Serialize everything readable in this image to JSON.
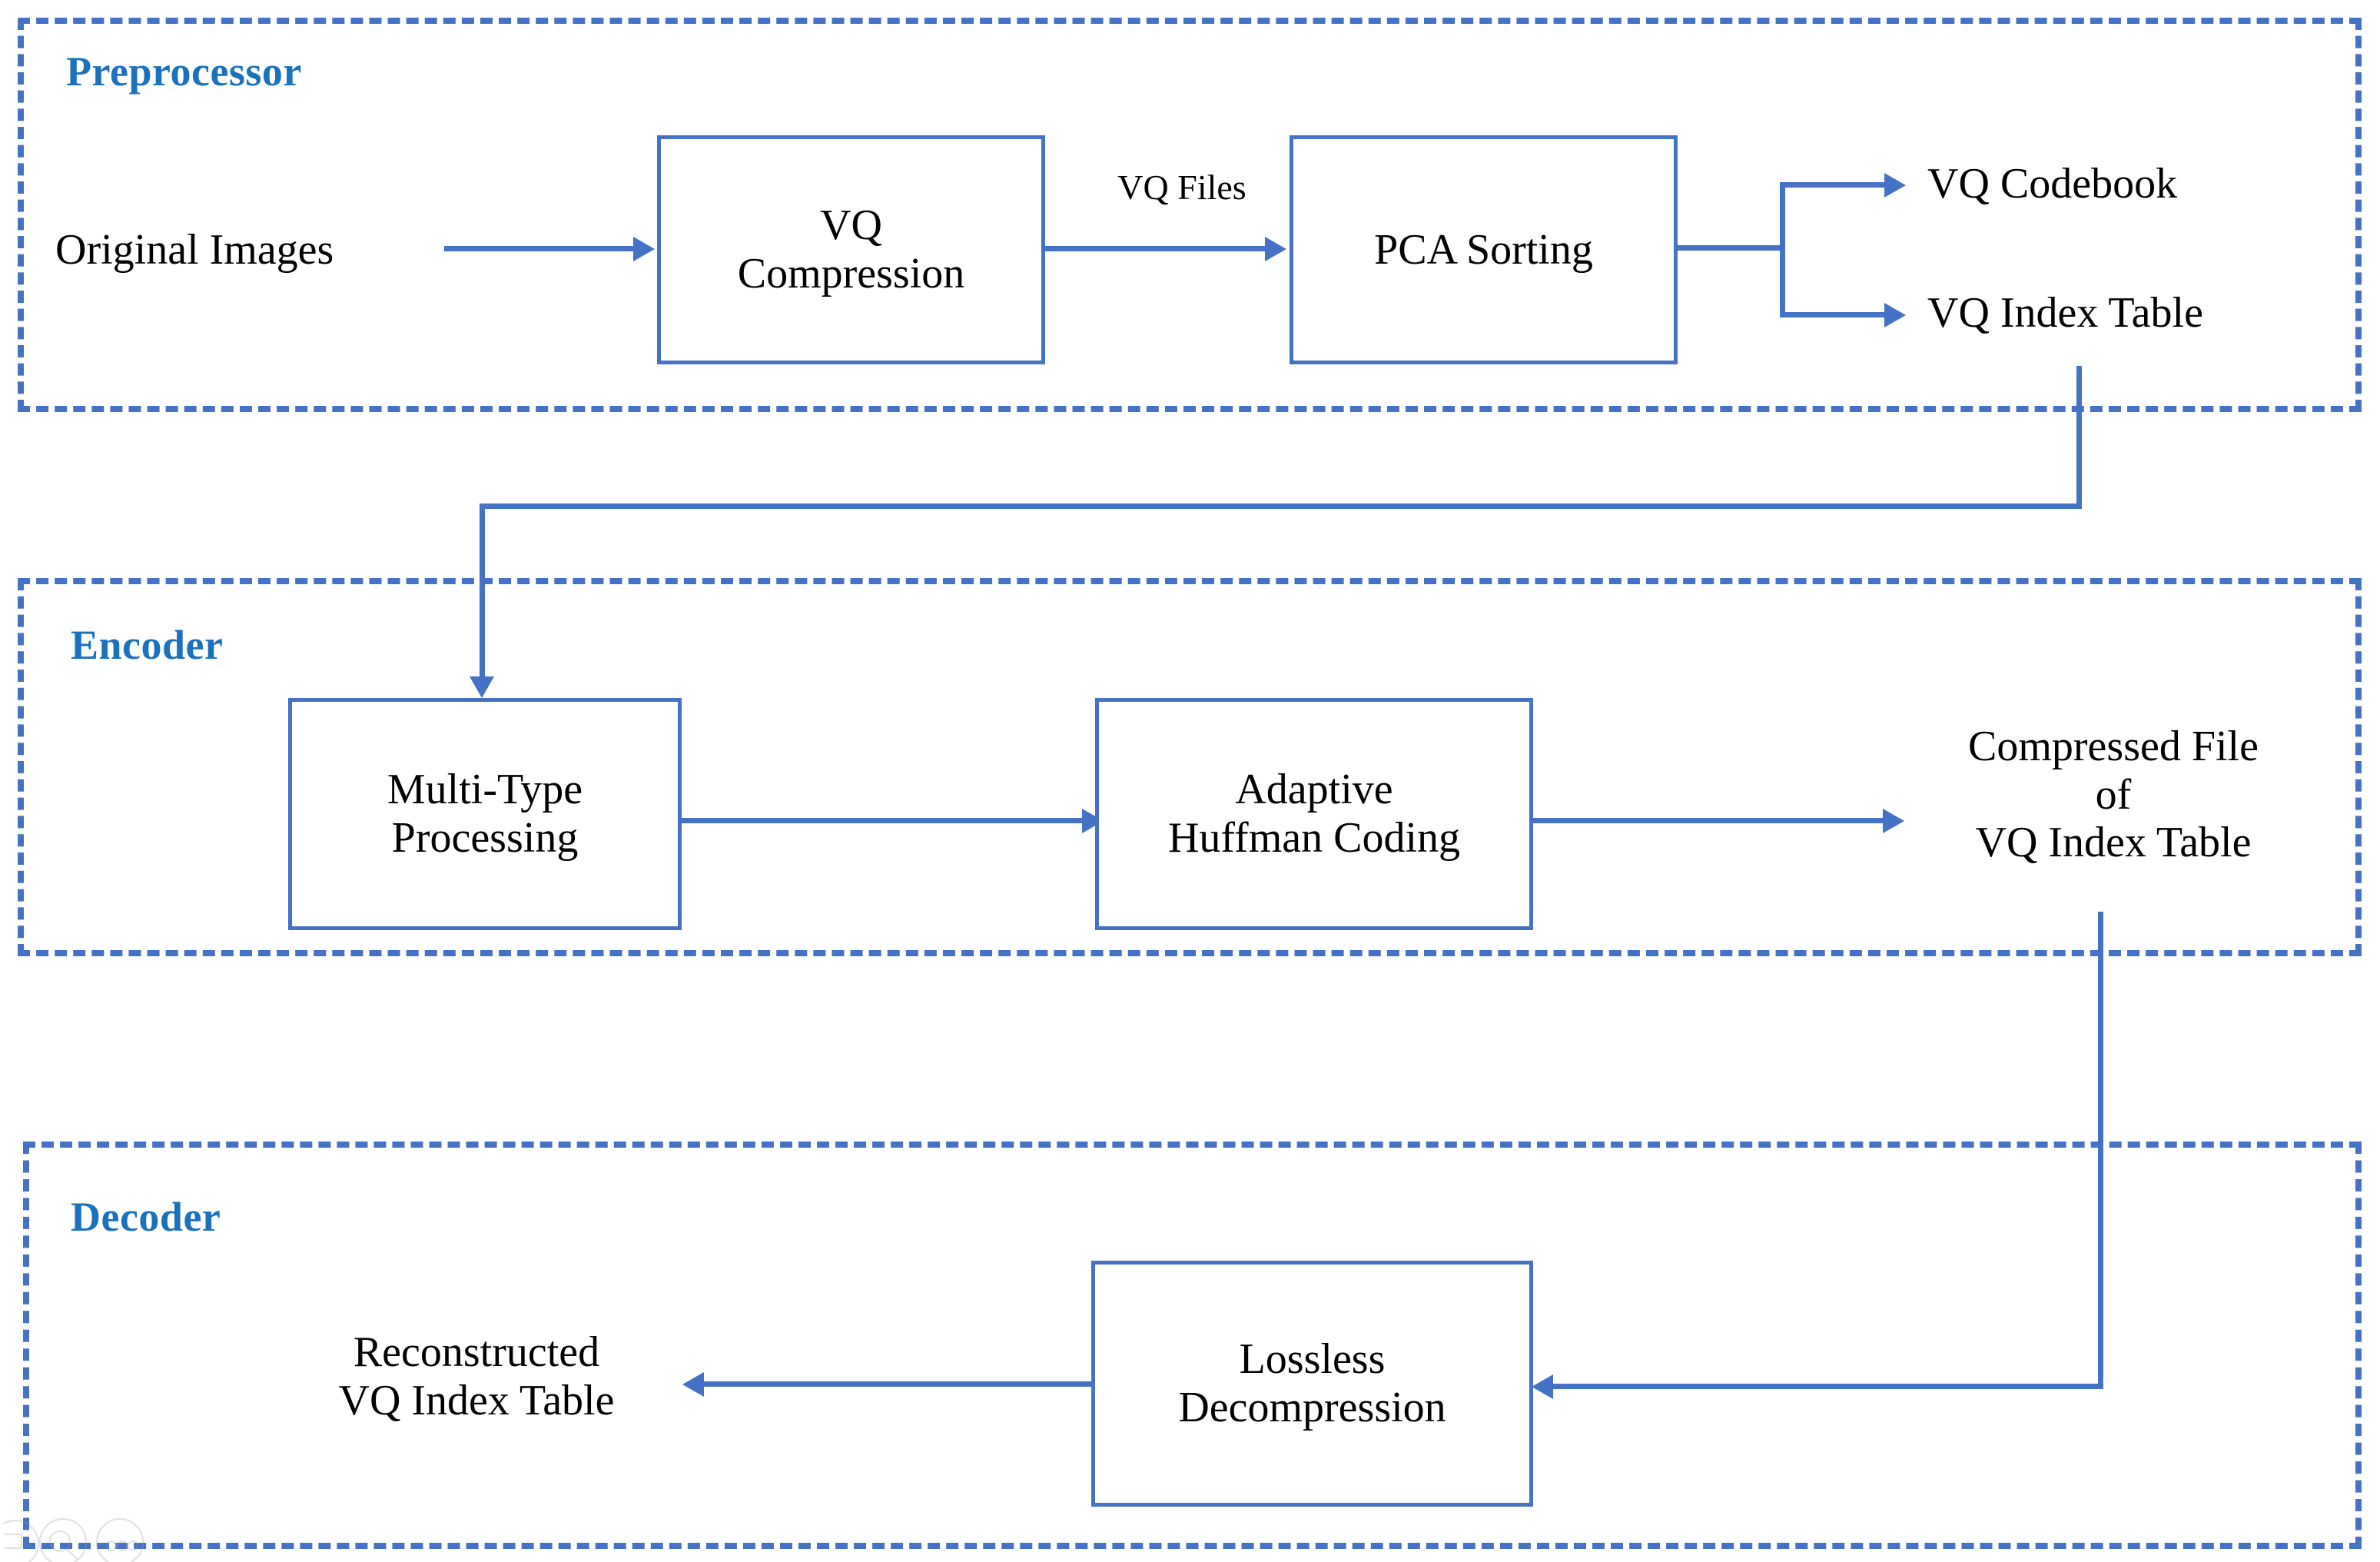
{
  "diagram": {
    "title_color": "#1B72BC",
    "accent_color": "#4472C4",
    "text_color": "#000000",
    "sections": [
      {
        "key": "preprocessor",
        "label": "Preprocessor"
      },
      {
        "key": "encoder",
        "label": "Encoder"
      },
      {
        "key": "decoder",
        "label": "Decoder"
      }
    ],
    "preprocessor": {
      "title": "Preprocessor",
      "input_label": "Original Images",
      "box_vq_compression": "VQ\nCompression",
      "edge_vq_files": "VQ Files",
      "box_pca_sorting": "PCA Sorting",
      "output_codebook": "VQ Codebook",
      "output_index_table": "VQ Index Table"
    },
    "encoder": {
      "title": "Encoder",
      "box_multi_type": "Multi-Type\nProcessing",
      "box_adaptive_huffman": "Adaptive\nHuffman Coding",
      "output_compressed_file": "Compressed File\nof\nVQ Index Table"
    },
    "decoder": {
      "title": "Decoder",
      "box_lossless_decompression": "Lossless\nDecompression",
      "output_reconstructed": "Reconstructed\nVQ Index Table"
    }
  }
}
